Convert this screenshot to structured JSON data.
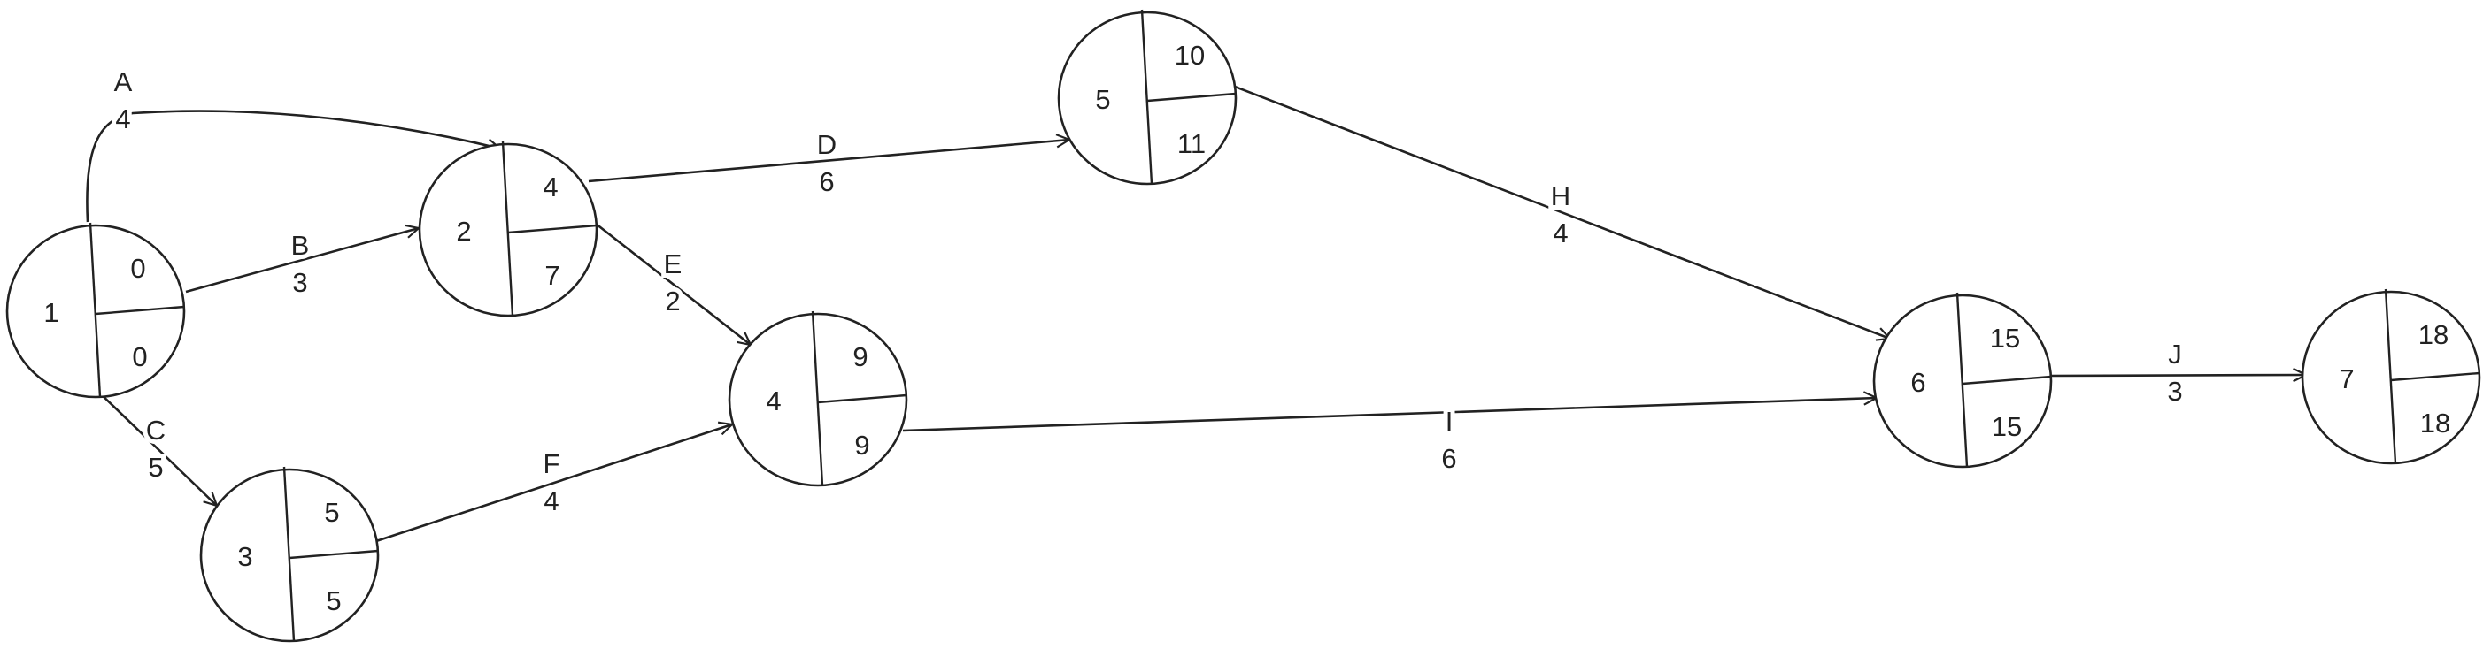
{
  "nodes": [
    {
      "id": "1",
      "es": "0",
      "ls": "0"
    },
    {
      "id": "2",
      "es": "4",
      "ls": "7"
    },
    {
      "id": "3",
      "es": "5",
      "ls": "5"
    },
    {
      "id": "4",
      "es": "9",
      "ls": "9"
    },
    {
      "id": "5",
      "es": "10",
      "ls": "11"
    },
    {
      "id": "6",
      "es": "15",
      "ls": "15"
    },
    {
      "id": "7",
      "es": "18",
      "ls": "18"
    }
  ],
  "edges": [
    {
      "activity": "A",
      "duration": "4",
      "from": "1",
      "to": "2"
    },
    {
      "activity": "B",
      "duration": "3",
      "from": "1",
      "to": "2"
    },
    {
      "activity": "C",
      "duration": "5",
      "from": "1",
      "to": "3"
    },
    {
      "activity": "D",
      "duration": "6",
      "from": "2",
      "to": "5"
    },
    {
      "activity": "E",
      "duration": "2",
      "from": "2",
      "to": "4"
    },
    {
      "activity": "F",
      "duration": "4",
      "from": "3",
      "to": "4"
    },
    {
      "activity": "H",
      "duration": "4",
      "from": "5",
      "to": "6"
    },
    {
      "activity": "I",
      "duration": "6",
      "from": "4",
      "to": "6"
    },
    {
      "activity": "J",
      "duration": "3",
      "from": "6",
      "to": "7"
    }
  ]
}
